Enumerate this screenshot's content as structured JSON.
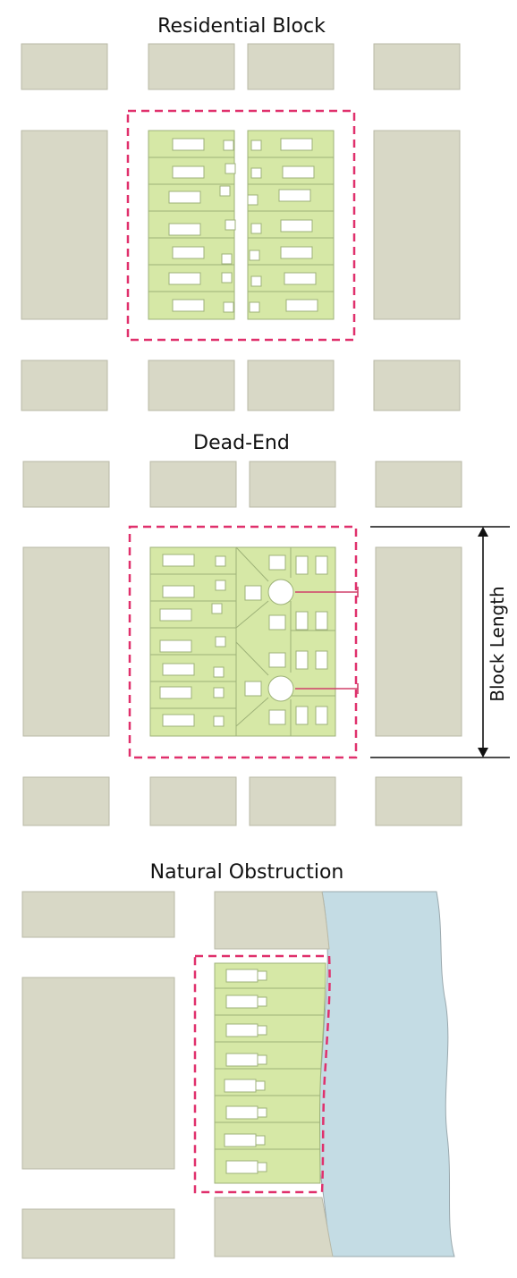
{
  "diagrams": {
    "residential_block": {
      "title": "Residential Block"
    },
    "dead_end": {
      "title": "Dead-End",
      "dimension_label": "Block Length"
    },
    "natural_obstruction": {
      "title": "Natural Obstruction"
    }
  },
  "colors": {
    "block_fill": "#d8d8c6",
    "block_stroke": "#b8b8a6",
    "residential_fill": "#d6e8a6",
    "residential_stroke": "#9eb278",
    "house_stroke": "#9eb278",
    "boundary_dash": "#e0306c",
    "road_line": "#d0406a",
    "water": "#c4dce4"
  }
}
